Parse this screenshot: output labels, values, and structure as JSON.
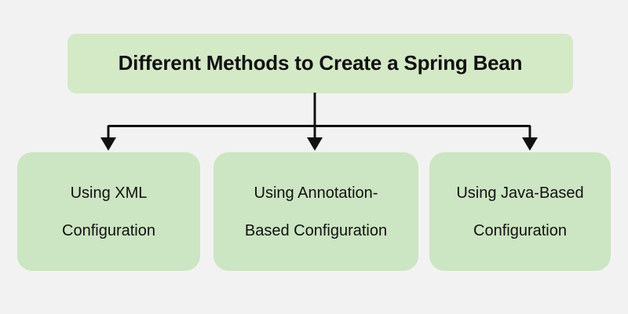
{
  "diagram": {
    "type": "tree-flowchart",
    "background_color": "#f2f2f2",
    "title_node": {
      "label": "Different Methods to Create a Spring Bean",
      "fill_color": "#d4e9c6",
      "text_color": "#111111"
    },
    "leaf_nodes": [
      {
        "label": "Using XML Configuration",
        "line1": "Using XML",
        "line2": "Configuration",
        "fill_color": "#cce5c2"
      },
      {
        "label": "Using Annotation-Based Configuration",
        "line1": "Using Annotation-",
        "line2": "Based Configuration",
        "fill_color": "#cce5c2"
      },
      {
        "label": "Using Java-Based Configuration",
        "line1": "Using Java-Based",
        "line2": "Configuration",
        "fill_color": "#cce5c2"
      }
    ],
    "connectors": {
      "style": "orthogonal-with-arrowheads",
      "line_color": "#111111"
    }
  }
}
